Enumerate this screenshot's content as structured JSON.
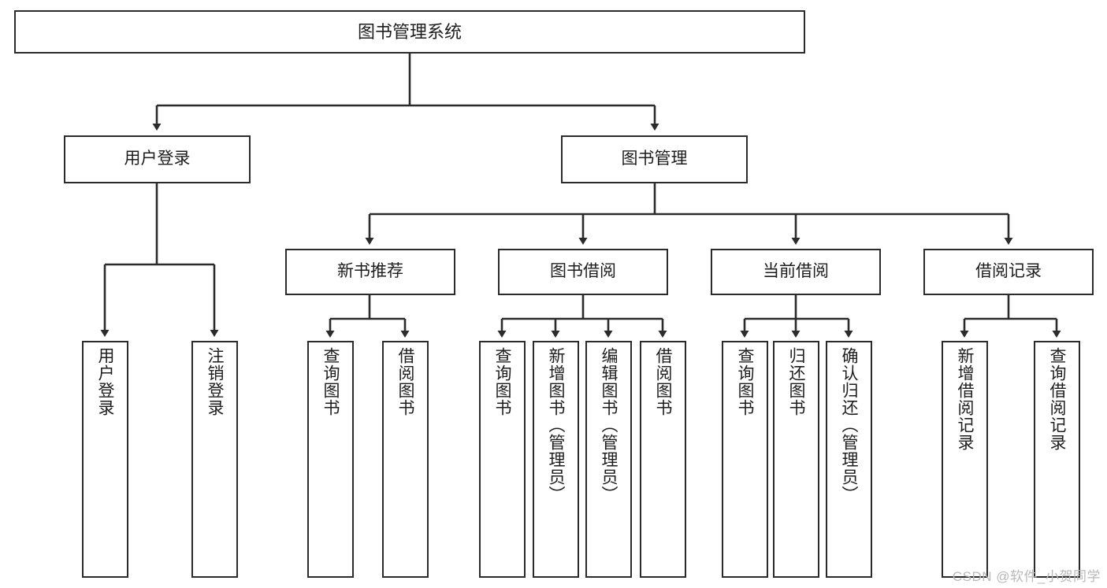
{
  "diagram": {
    "type": "tree-hierarchy",
    "title": "图书管理系统",
    "orientation": "top-down",
    "colors": {
      "box_border": "#2b2b2b",
      "box_fill": "#ffffff",
      "edge": "#2b2b2b",
      "text": "#1d1d1d",
      "watermark": "#b9b9b9"
    },
    "root": {
      "label": "图书管理系统"
    },
    "level1": [
      {
        "id": "user-login",
        "label": "用户登录"
      },
      {
        "id": "book-manage",
        "label": "图书管理"
      }
    ],
    "level2": [
      {
        "id": "new-book-rec",
        "label": "新书推荐"
      },
      {
        "id": "book-borrow",
        "label": "图书借阅"
      },
      {
        "id": "current-borrow",
        "label": "当前借阅"
      },
      {
        "id": "borrow-record",
        "label": "借阅记录"
      }
    ],
    "leaves": {
      "user-login": [
        {
          "id": "leaf-user-login",
          "label": "用户登录"
        },
        {
          "id": "leaf-logout",
          "label": "注销登录"
        }
      ],
      "new-book-rec": [
        {
          "id": "leaf-query-book-1",
          "label": "查询图书"
        },
        {
          "id": "leaf-borrow-book-1",
          "label": "借阅图书"
        }
      ],
      "book-borrow": [
        {
          "id": "leaf-query-book-2",
          "label": "查询图书"
        },
        {
          "id": "leaf-add-book",
          "label": "新增图书（管理员）"
        },
        {
          "id": "leaf-edit-book",
          "label": "编辑图书（管理员）"
        },
        {
          "id": "leaf-borrow-book-2",
          "label": "借阅图书"
        }
      ],
      "current-borrow": [
        {
          "id": "leaf-query-book-3",
          "label": "查询图书"
        },
        {
          "id": "leaf-return-book",
          "label": "归还图书"
        },
        {
          "id": "leaf-confirm-return",
          "label": "确认归还（管理员）"
        }
      ],
      "borrow-record": [
        {
          "id": "leaf-add-record",
          "label": "新增借阅记录"
        },
        {
          "id": "leaf-query-record",
          "label": "查询借阅记录"
        }
      ]
    }
  },
  "watermark": {
    "text": "CSDN @软件_小贺同学"
  }
}
